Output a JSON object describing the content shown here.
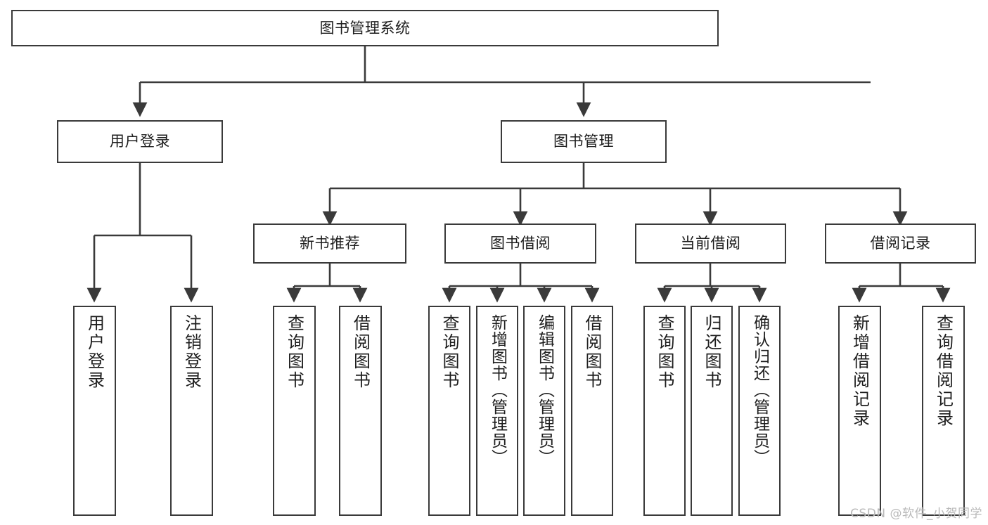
{
  "diagram": {
    "title": "图书管理系统",
    "type": "tree-hierarchy",
    "watermark": "CSDN @软件_小贺同学",
    "line_color": "#3a3a3a",
    "box_fill": "#ffffff",
    "text_color": "#1d1d1d",
    "root": {
      "id": "root",
      "label": "图书管理系统"
    },
    "level2": [
      {
        "id": "user-login",
        "label": "用户登录"
      },
      {
        "id": "book-manage",
        "label": "图书管理"
      }
    ],
    "level3": [
      {
        "id": "new-book-recommend",
        "label": "新书推荐",
        "parent": "book-manage"
      },
      {
        "id": "book-borrow",
        "label": "图书借阅",
        "parent": "book-manage"
      },
      {
        "id": "current-borrow",
        "label": "当前借阅",
        "parent": "book-manage"
      },
      {
        "id": "borrow-record",
        "label": "借阅记录",
        "parent": "book-manage"
      }
    ],
    "leaves": {
      "user-login": [
        {
          "id": "leaf-user-login",
          "label": "用户登录"
        },
        {
          "id": "leaf-user-logout",
          "label": "注销登录"
        }
      ],
      "new-book-recommend": [
        {
          "id": "leaf-query-book-1",
          "label": "查询图书"
        },
        {
          "id": "leaf-borrow-book-1",
          "label": "借阅图书"
        }
      ],
      "book-borrow": [
        {
          "id": "leaf-query-book-2",
          "label": "查询图书"
        },
        {
          "id": "leaf-add-book",
          "label": "新增图书（管理员）"
        },
        {
          "id": "leaf-edit-book",
          "label": "编辑图书（管理员）"
        },
        {
          "id": "leaf-borrow-book-2",
          "label": "借阅图书"
        }
      ],
      "current-borrow": [
        {
          "id": "leaf-query-book-3",
          "label": "查询图书"
        },
        {
          "id": "leaf-return-book",
          "label": "归还图书"
        },
        {
          "id": "leaf-confirm-return",
          "label": "确认归还（管理员）"
        }
      ],
      "borrow-record": [
        {
          "id": "leaf-add-record",
          "label": "新增借阅记录"
        },
        {
          "id": "leaf-query-record",
          "label": "查询借阅记录"
        }
      ]
    }
  }
}
